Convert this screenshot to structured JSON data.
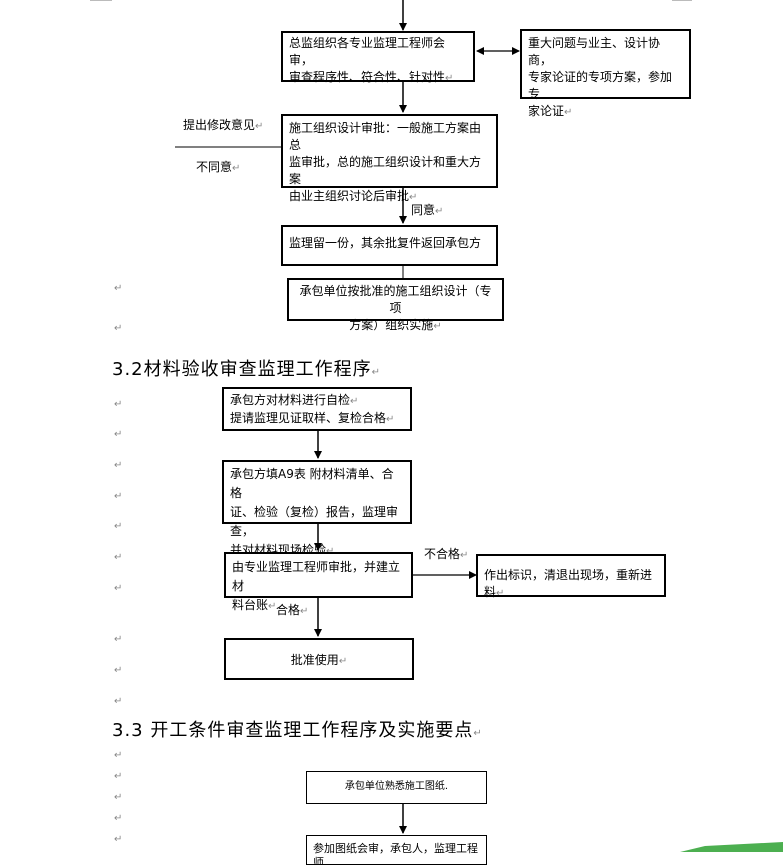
{
  "flow1": {
    "box_review": [
      "总监组织各专业监理工程师会审，",
      "审查程序性、符合性、针对性"
    ],
    "box_major": [
      "重大问题与业主、设计协商，",
      "专家论证的专项方案，参加专",
      "家论证"
    ],
    "box_approve": [
      "施工组织设计审批：一般施工方案由总",
      "监审批，总的施工组织设计和重大方案",
      "由业主组织讨论后审批"
    ],
    "label_revise": "提出修改意见",
    "label_disagree": "不同意",
    "label_agree": "同意",
    "box_keep": "监理留一份，其余批复件返回承包方",
    "box_implement": [
      "承包单位按批准的施工组织设计（专项",
      "方案）组织实施"
    ]
  },
  "section2": {
    "title": "3.2材料验收审查监理工作程序",
    "box_selfcheck": [
      "承包方对材料进行自检",
      "提请监理见证取样、复检合格"
    ],
    "box_a9": [
      "承包方填A9表 附材料清单、合格",
      "证、检验（复检）报告，监理审查，",
      "并对材料现场检验"
    ],
    "box_engineer": [
      "由专业监理工程师审批，并建立材",
      "料台账"
    ],
    "label_fail": "不合格",
    "box_reject": "作出标识，清退出现场，重新进料",
    "label_pass": "合格",
    "box_use": "批准使用"
  },
  "section3": {
    "title": "3.3 开工条件审查监理工作程序及实施要点",
    "box_familiar": "承包单位熟悉施工图纸.",
    "box_partial": "参加图纸会审，承包人，监理工程师"
  },
  "para_mark": "↵"
}
